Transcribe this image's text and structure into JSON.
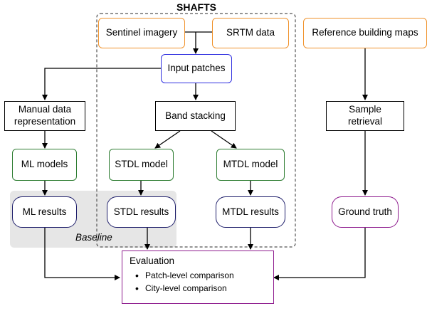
{
  "title": "SHAFTS",
  "baseline_label": "Baseline",
  "nodes": {
    "sentinel": "Sentinel imagery",
    "srtm": "SRTM data",
    "reference": "Reference building maps",
    "input_patches": "Input patches",
    "manual_repr": "Manual data representation",
    "band_stacking": "Band stacking",
    "sample_retrieval": "Sample retrieval",
    "ml_models": "ML models",
    "stdl_model": "STDL model",
    "mtdl_model": "MTDL model",
    "ml_results": "ML results",
    "stdl_results": "STDL results",
    "mtdl_results": "MTDL results",
    "ground_truth": "Ground truth"
  },
  "evaluation": {
    "title": "Evaluation",
    "items": [
      "Patch-level comparison",
      "City-level comparison"
    ]
  },
  "colors": {
    "input_border": "#f0922b",
    "patch_border": "#2f2fe0",
    "model_border": "#2e7d32",
    "result_border": "#1f1f6b",
    "truth_border": "#8e1b8e",
    "baseline_fill": "#e6e6e6"
  }
}
